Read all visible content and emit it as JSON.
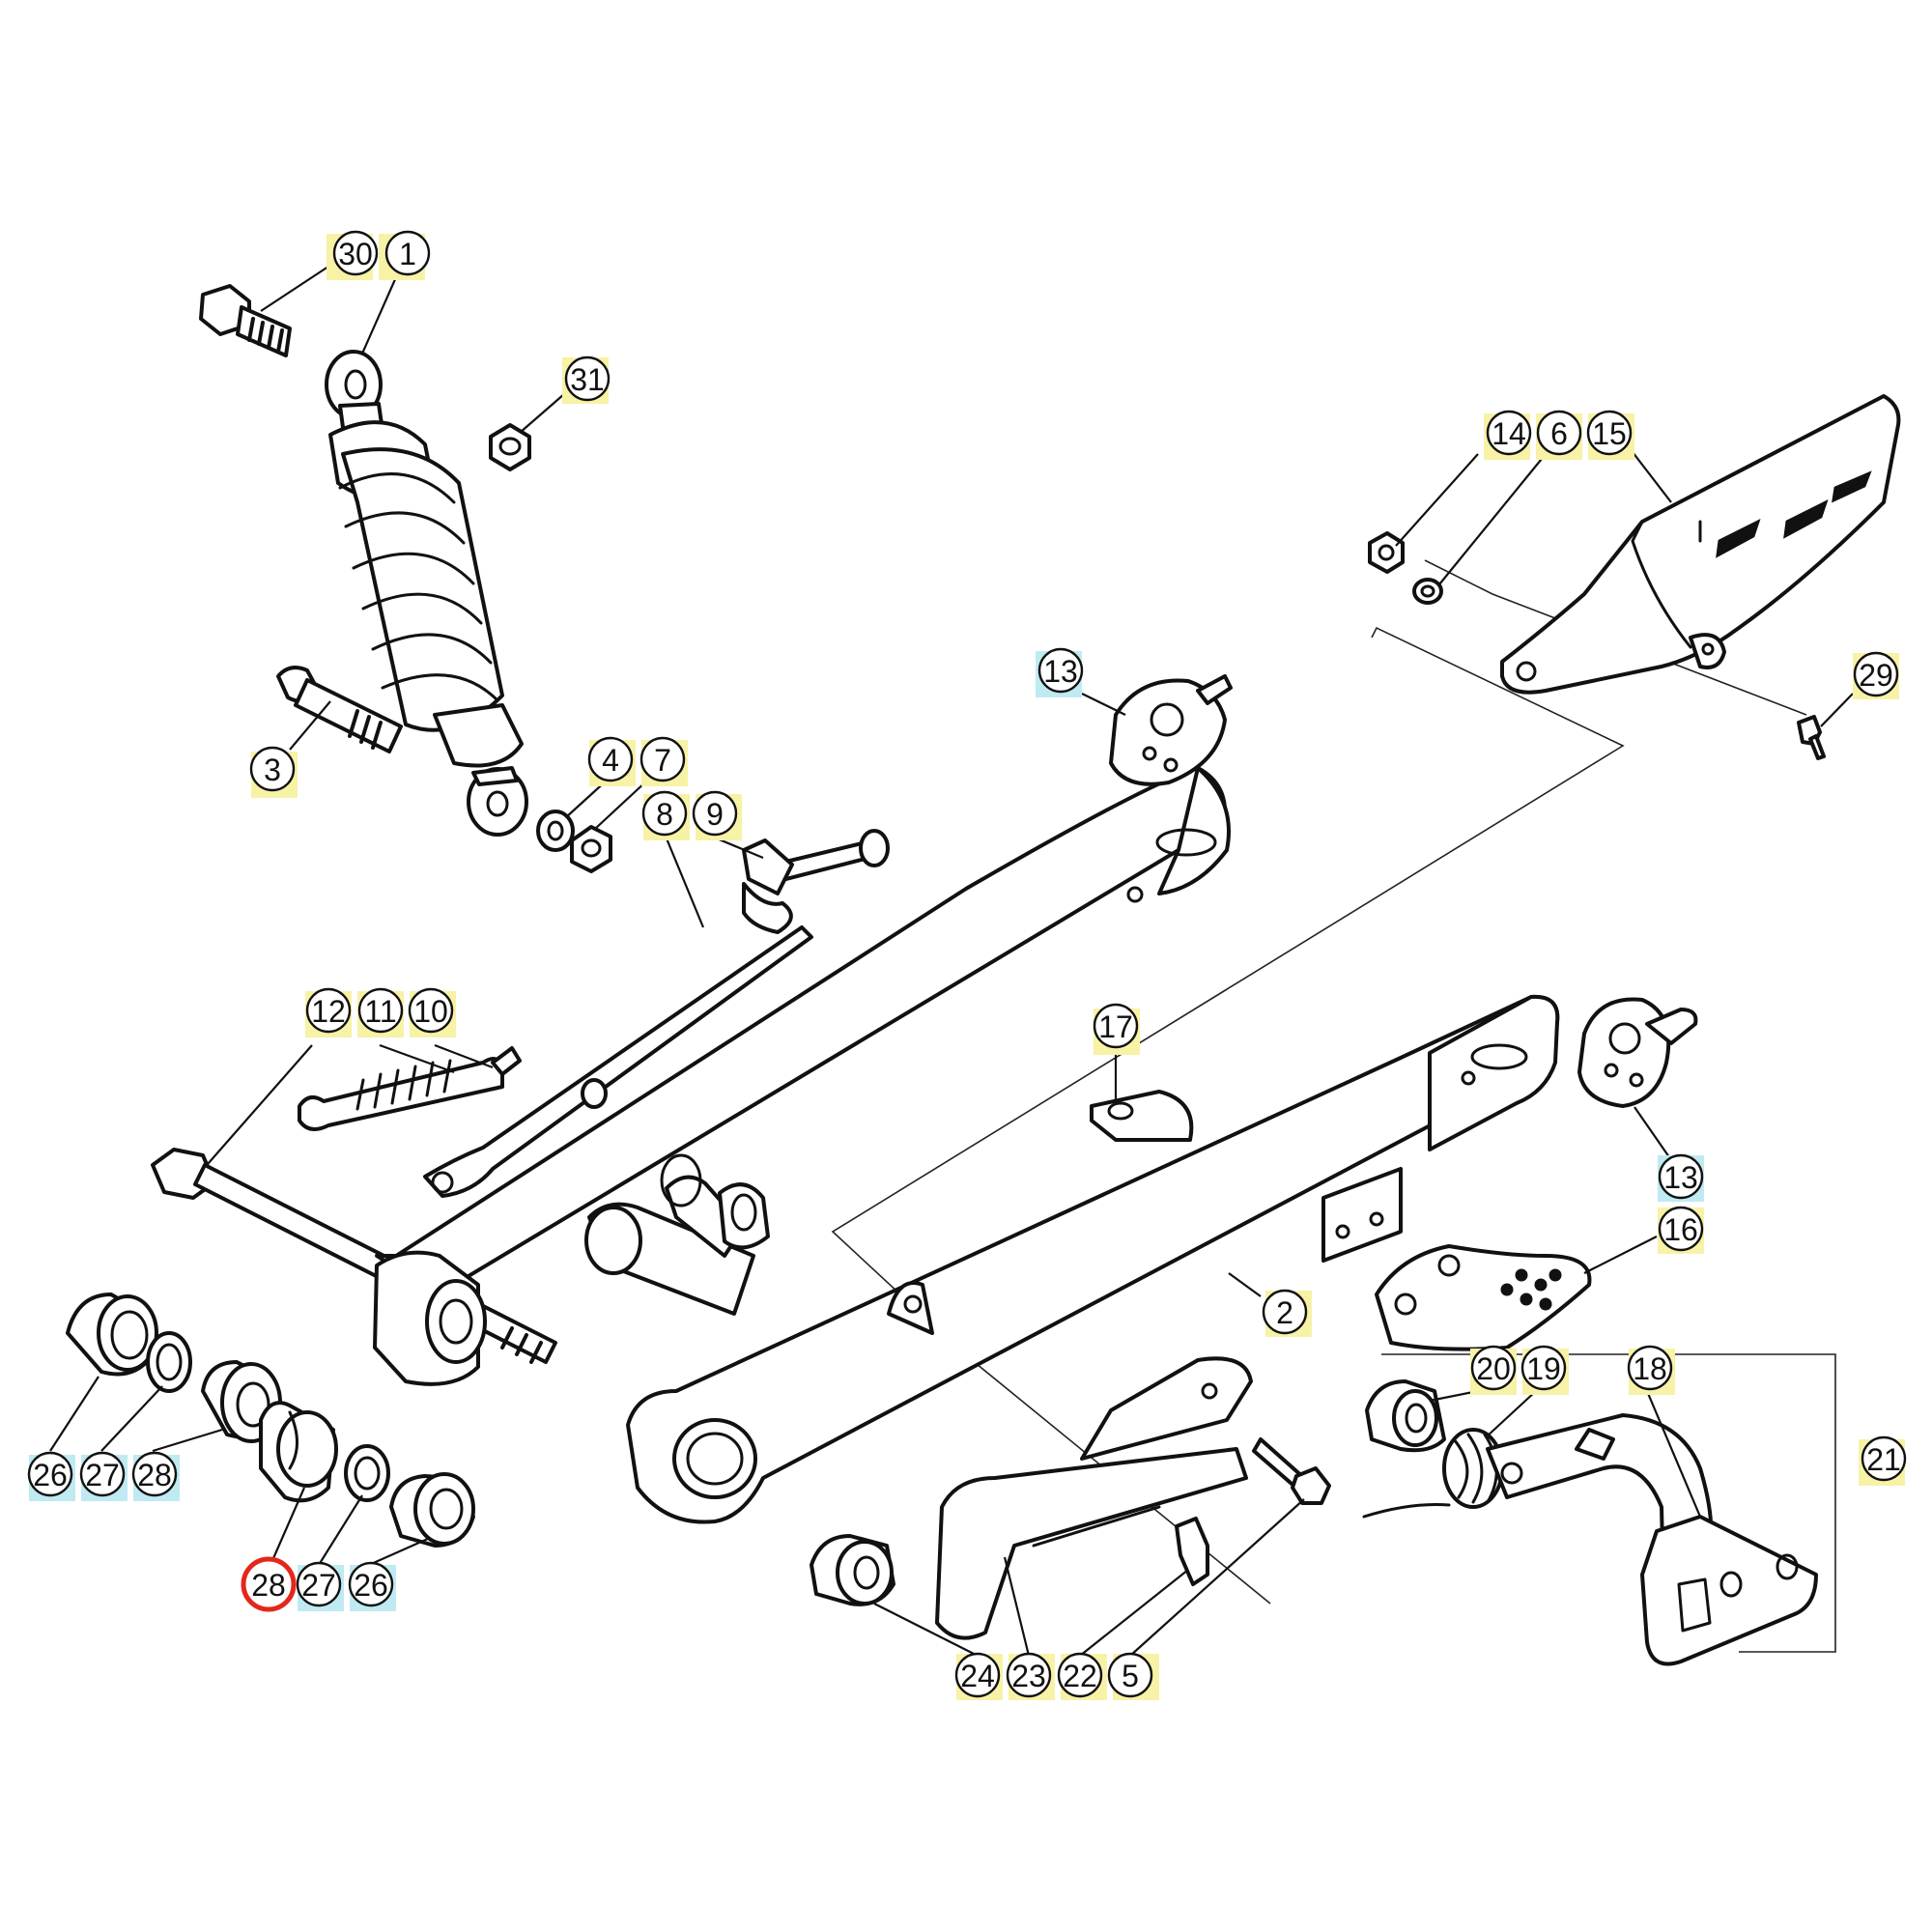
{
  "colors": {
    "outline": "#111111",
    "background": "#ffffff",
    "tag_yellow": "#f7f2a6",
    "tag_cyan": "#bfeaf2",
    "highlight": "#e5261b"
  },
  "callouts": [
    {
      "id": "c30",
      "label": "30",
      "tag": "yellow"
    },
    {
      "id": "c1",
      "label": "1",
      "tag": "yellow"
    },
    {
      "id": "c31",
      "label": "31",
      "tag": "yellow"
    },
    {
      "id": "c3",
      "label": "3",
      "tag": "yellow"
    },
    {
      "id": "c4",
      "label": "4",
      "tag": "yellow"
    },
    {
      "id": "c7",
      "label": "7",
      "tag": "yellow"
    },
    {
      "id": "c8",
      "label": "8",
      "tag": "yellow"
    },
    {
      "id": "c9",
      "label": "9",
      "tag": "yellow"
    },
    {
      "id": "c13a",
      "label": "13",
      "tag": "cyan"
    },
    {
      "id": "c14",
      "label": "14",
      "tag": "yellow"
    },
    {
      "id": "c6",
      "label": "6",
      "tag": "yellow"
    },
    {
      "id": "c15",
      "label": "15",
      "tag": "yellow"
    },
    {
      "id": "c29",
      "label": "29",
      "tag": "yellow"
    },
    {
      "id": "c12",
      "label": "12",
      "tag": "yellow"
    },
    {
      "id": "c11",
      "label": "11",
      "tag": "yellow"
    },
    {
      "id": "c10",
      "label": "10",
      "tag": "yellow"
    },
    {
      "id": "c17",
      "label": "17",
      "tag": "yellow"
    },
    {
      "id": "c13b",
      "label": "13",
      "tag": "cyan"
    },
    {
      "id": "c16",
      "label": "16",
      "tag": "yellow"
    },
    {
      "id": "c2",
      "label": "2",
      "tag": "yellow"
    },
    {
      "id": "c20",
      "label": "20",
      "tag": "yellow"
    },
    {
      "id": "c19",
      "label": "19",
      "tag": "yellow"
    },
    {
      "id": "c18",
      "label": "18",
      "tag": "yellow"
    },
    {
      "id": "c21",
      "label": "21",
      "tag": "yellow"
    },
    {
      "id": "c26a",
      "label": "26",
      "tag": "cyan"
    },
    {
      "id": "c27a",
      "label": "27",
      "tag": "cyan"
    },
    {
      "id": "c28a",
      "label": "28",
      "tag": "cyan"
    },
    {
      "id": "c28b",
      "label": "28",
      "tag": "none",
      "highlighted": true
    },
    {
      "id": "c27b",
      "label": "27",
      "tag": "cyan"
    },
    {
      "id": "c26b",
      "label": "26",
      "tag": "cyan"
    },
    {
      "id": "c24",
      "label": "24",
      "tag": "yellow"
    },
    {
      "id": "c23",
      "label": "23",
      "tag": "yellow"
    },
    {
      "id": "c22",
      "label": "22",
      "tag": "yellow"
    },
    {
      "id": "c5",
      "label": "5",
      "tag": "yellow"
    }
  ]
}
